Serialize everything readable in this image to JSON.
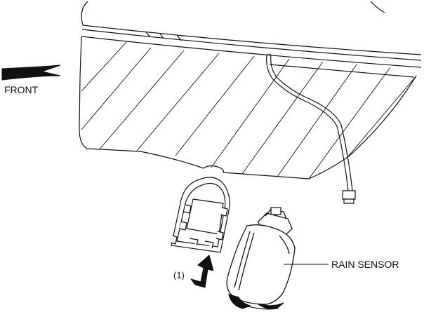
{
  "labels": {
    "front": "FRONT",
    "step": "(1)",
    "rain_sensor": "RAIN SENSOR"
  },
  "colors": {
    "line": "#111111",
    "background": "#ffffff"
  }
}
